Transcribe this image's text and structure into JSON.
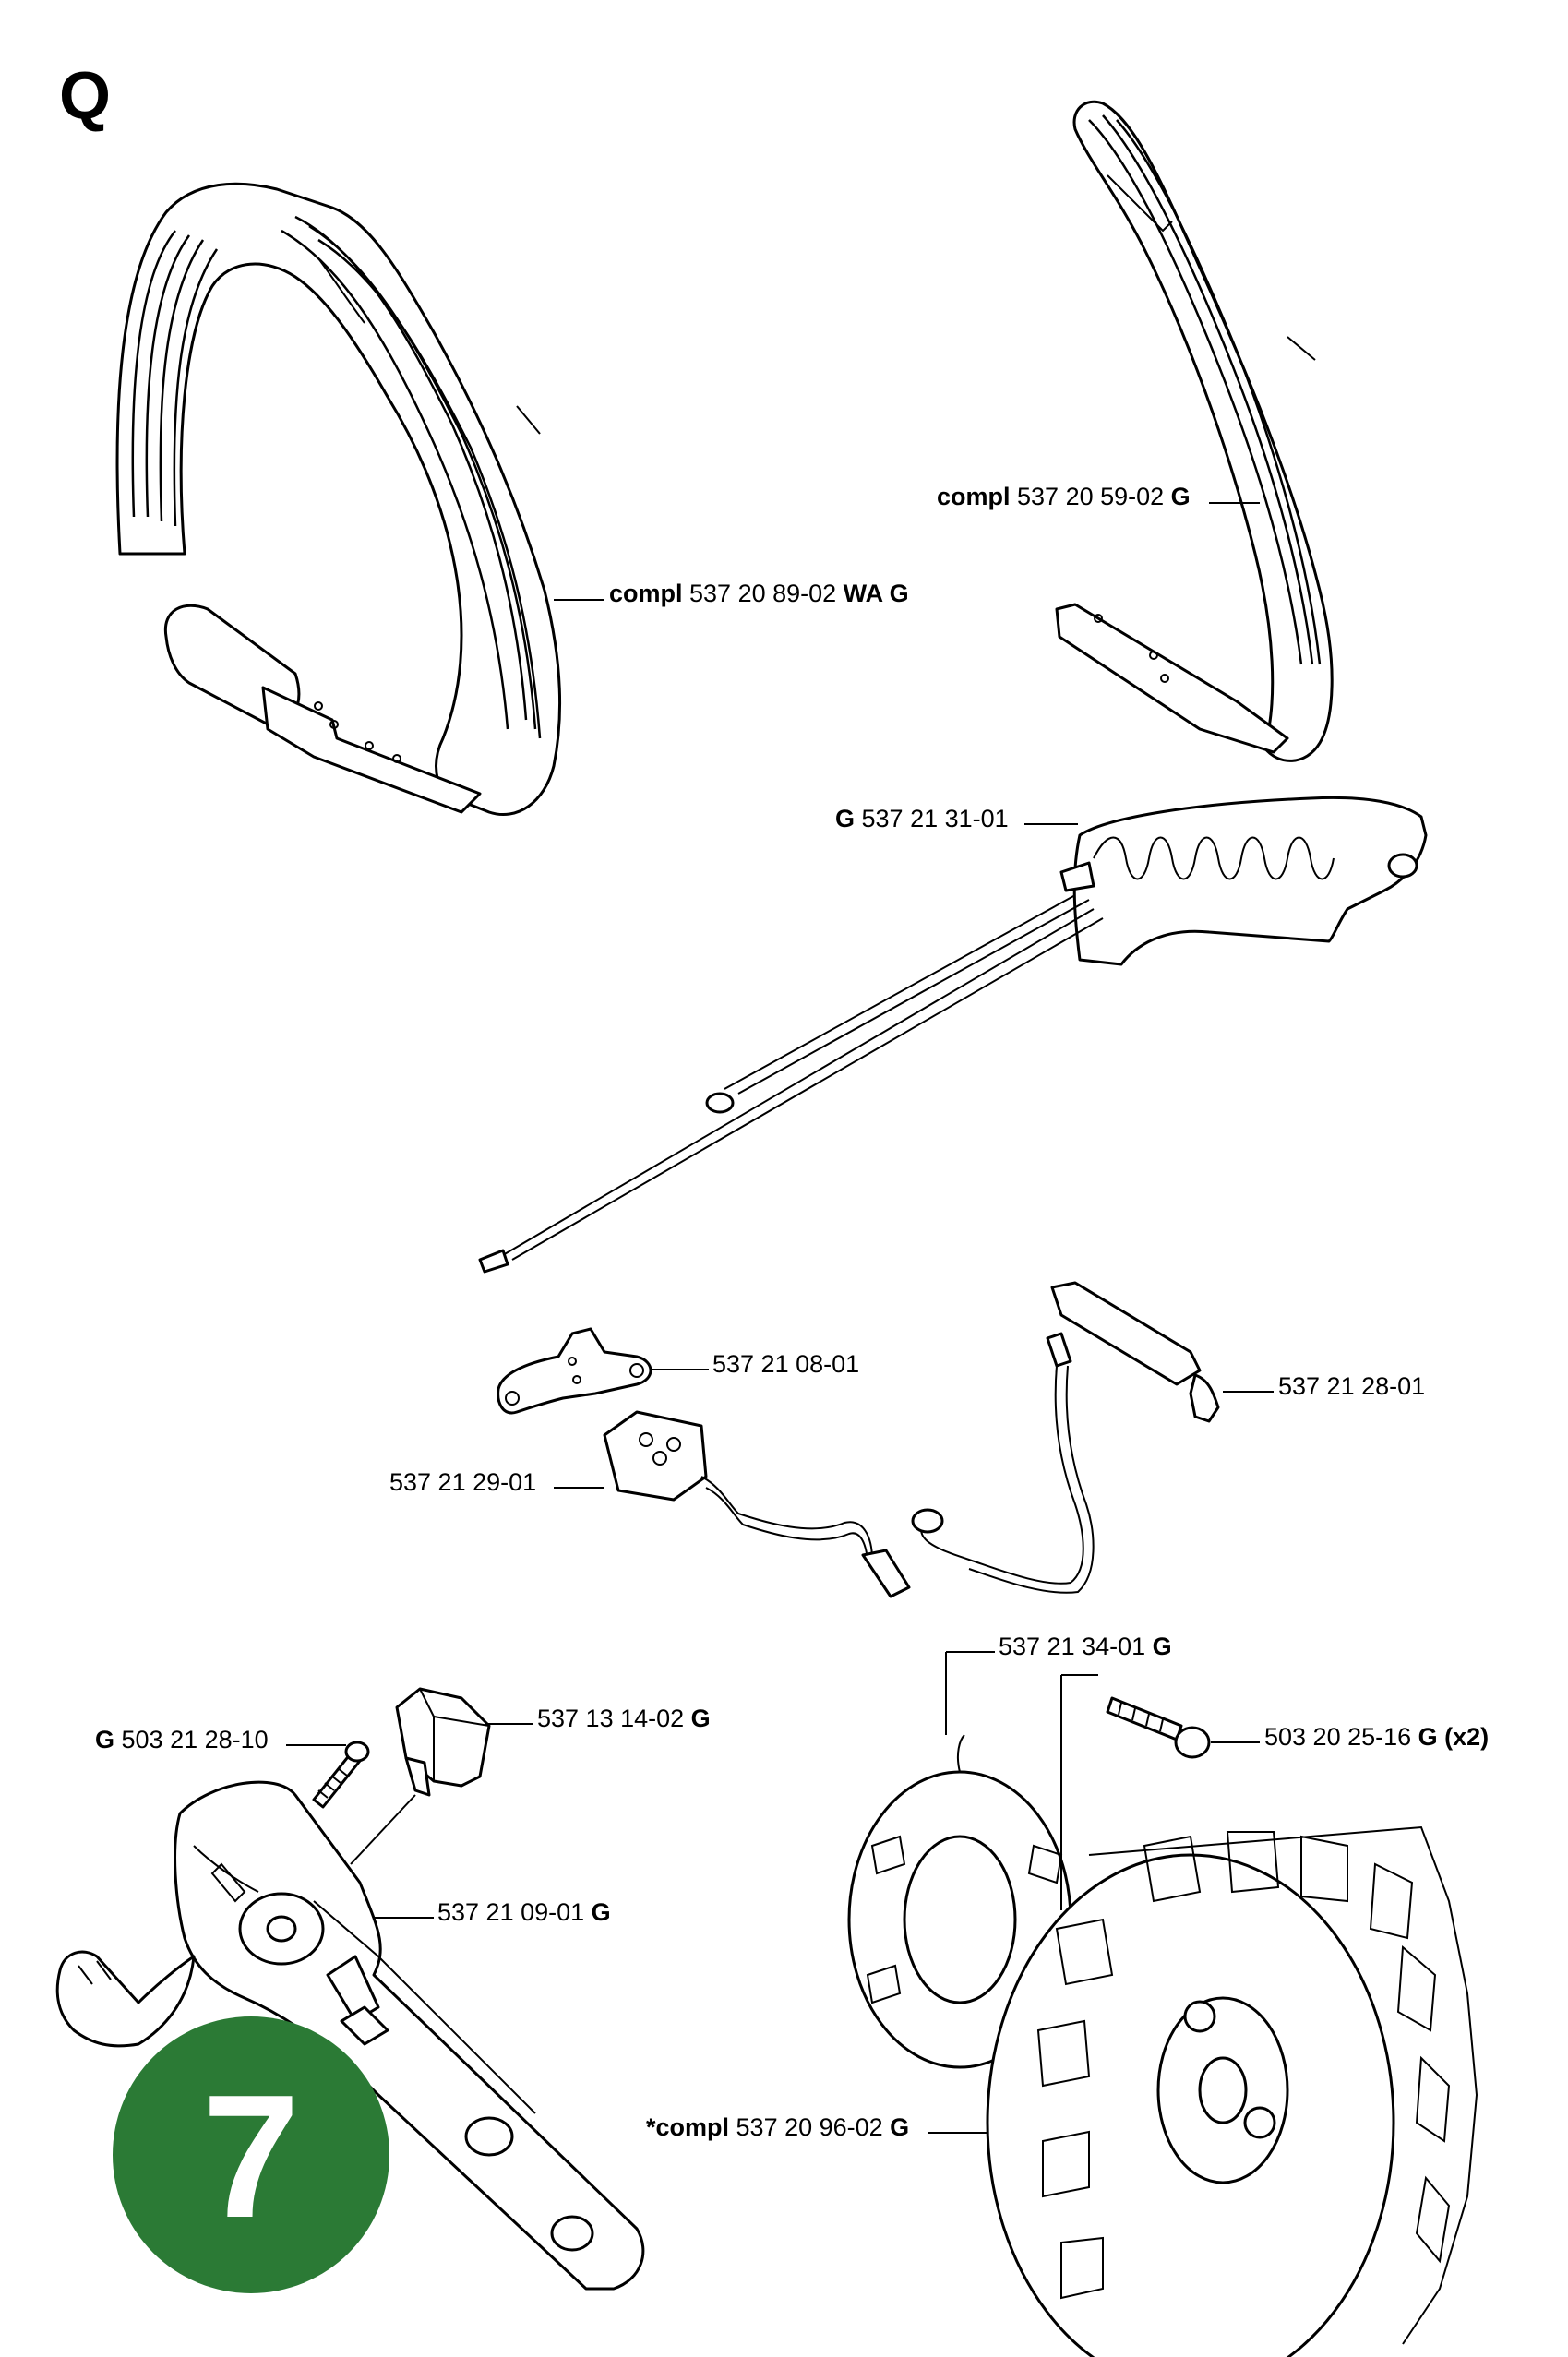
{
  "section_letter": "Q",
  "page_badge": {
    "number": "7",
    "color": "#2b7a35"
  },
  "parts": [
    {
      "id": "front-handle",
      "prefix": "compl",
      "number": "537 20 89-02",
      "suffix": "WA G",
      "prefix_bold": true
    },
    {
      "id": "front-handle-alt",
      "prefix": "compl",
      "number": "537 20 59-02",
      "suffix": "G",
      "prefix_bold": true
    },
    {
      "id": "handle-heater",
      "prefix": "G",
      "number": "537 21 31-01",
      "suffix": "",
      "prefix_bold": true
    },
    {
      "id": "bracket",
      "prefix": "",
      "number": "537 21 08-01",
      "suffix": ""
    },
    {
      "id": "switch-block",
      "prefix": "",
      "number": "537 21 29-01",
      "suffix": ""
    },
    {
      "id": "heater-element",
      "prefix": "",
      "number": "537 21 28-01",
      "suffix": ""
    },
    {
      "id": "generator",
      "prefix": "",
      "number": "537 21 34-01",
      "suffix": "G"
    },
    {
      "id": "generator-screw",
      "prefix": "",
      "number": "503 20 25-16",
      "suffix": "G (x2)"
    },
    {
      "id": "screw",
      "prefix": "G",
      "number": "503 21 28-10",
      "suffix": "",
      "prefix_bold": true
    },
    {
      "id": "switch",
      "prefix": "",
      "number": "537 13 14-02",
      "suffix": "G"
    },
    {
      "id": "switch-holder",
      "prefix": "",
      "number": "537 21 09-01",
      "suffix": "G"
    },
    {
      "id": "flywheel",
      "prefix": "*compl",
      "number": "537 20 96-02",
      "suffix": "G",
      "prefix_bold": true
    }
  ]
}
